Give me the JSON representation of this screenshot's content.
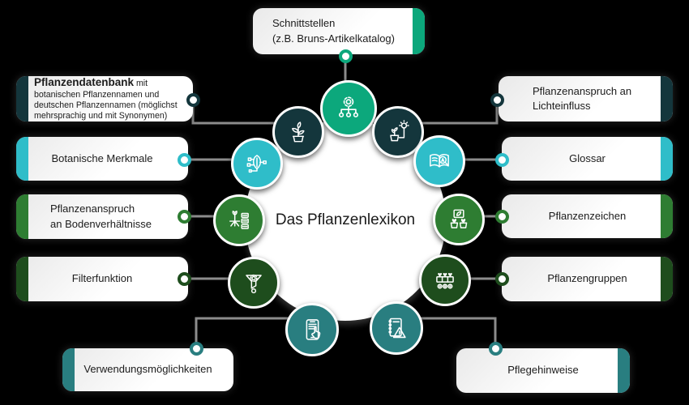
{
  "title": "Das Pflanzenlexikon",
  "palette": {
    "emerald": "#0ca87c",
    "dark_teal": "#14363c",
    "cyan": "#2fbdc9",
    "green": "#2e7d32",
    "dark_green": "#1e4d1d",
    "teal": "#297e80",
    "connector_gray": "#8c8c8c",
    "box_text": "#1c1c1c",
    "background": "#000000"
  },
  "boxes": {
    "schnittstellen": {
      "line1": "Schnittstellen",
      "line2": "(z.B. Bruns-Artikelkatalog)"
    },
    "pflanzendatenbank": {
      "lead": "Pflanzendatenbank",
      "rest": "mit botanischen Pflanzennamen und deutschen Pflanzennamen (möglichst mehrsprachig und mit Synonymen)"
    },
    "botanische_merkmale": {
      "label": "Botanische Merkmale"
    },
    "bodenverhaeltnisse": {
      "line1": "Pflanzenanspruch",
      "line2": "an Bodenverhältnisse"
    },
    "filterfunktion": {
      "label": "Filterfunktion"
    },
    "lichteinfluss": {
      "line1": "Pflanzenanspruch an",
      "line2": "Lichteinfluss"
    },
    "glossar": {
      "label": "Glossar"
    },
    "pflanzenzeichen": {
      "label": "Pflanzenzeichen"
    },
    "pflanzengruppen": {
      "label": "Pflanzengruppen"
    },
    "verwendungsmoeglichkeiten": {
      "label": "Verwendungsmöglichkeiten"
    },
    "pflegehinweise": {
      "label": "Pflegehinweise"
    }
  },
  "icons": [
    {
      "name": "gear-network-icon",
      "topic": "Schnittstellen",
      "color": "#0ca87c"
    },
    {
      "name": "potted-plant-icon",
      "topic": "Pflanzendatenbank",
      "color": "#14363c"
    },
    {
      "name": "plant-lightbulb-icon",
      "topic": "Pflanzenanspruch an Lichteinfluss",
      "color": "#14363c"
    },
    {
      "name": "leaf-data-icon",
      "topic": "Botanische Merkmale",
      "color": "#2fbdc9"
    },
    {
      "name": "book-magnifier-icon",
      "topic": "Glossar",
      "color": "#2fbdc9"
    },
    {
      "name": "plant-roots-icon",
      "topic": "Pflanzenanspruch an Bodenverhältnisse",
      "color": "#2e7d32"
    },
    {
      "name": "plant-sign-icon",
      "topic": "Pflanzenzeichen",
      "color": "#2e7d32"
    },
    {
      "name": "funnel-gear-icon",
      "topic": "Filterfunktion",
      "color": "#1e4d1d"
    },
    {
      "name": "seedling-tray-icon",
      "topic": "Pflanzengruppen",
      "color": "#1e4d1d"
    },
    {
      "name": "tablet-touch-icon",
      "topic": "Verwendungsmöglichkeiten",
      "color": "#297e80"
    },
    {
      "name": "care-manual-icon",
      "topic": "Pflegehinweise",
      "color": "#297e80"
    }
  ]
}
